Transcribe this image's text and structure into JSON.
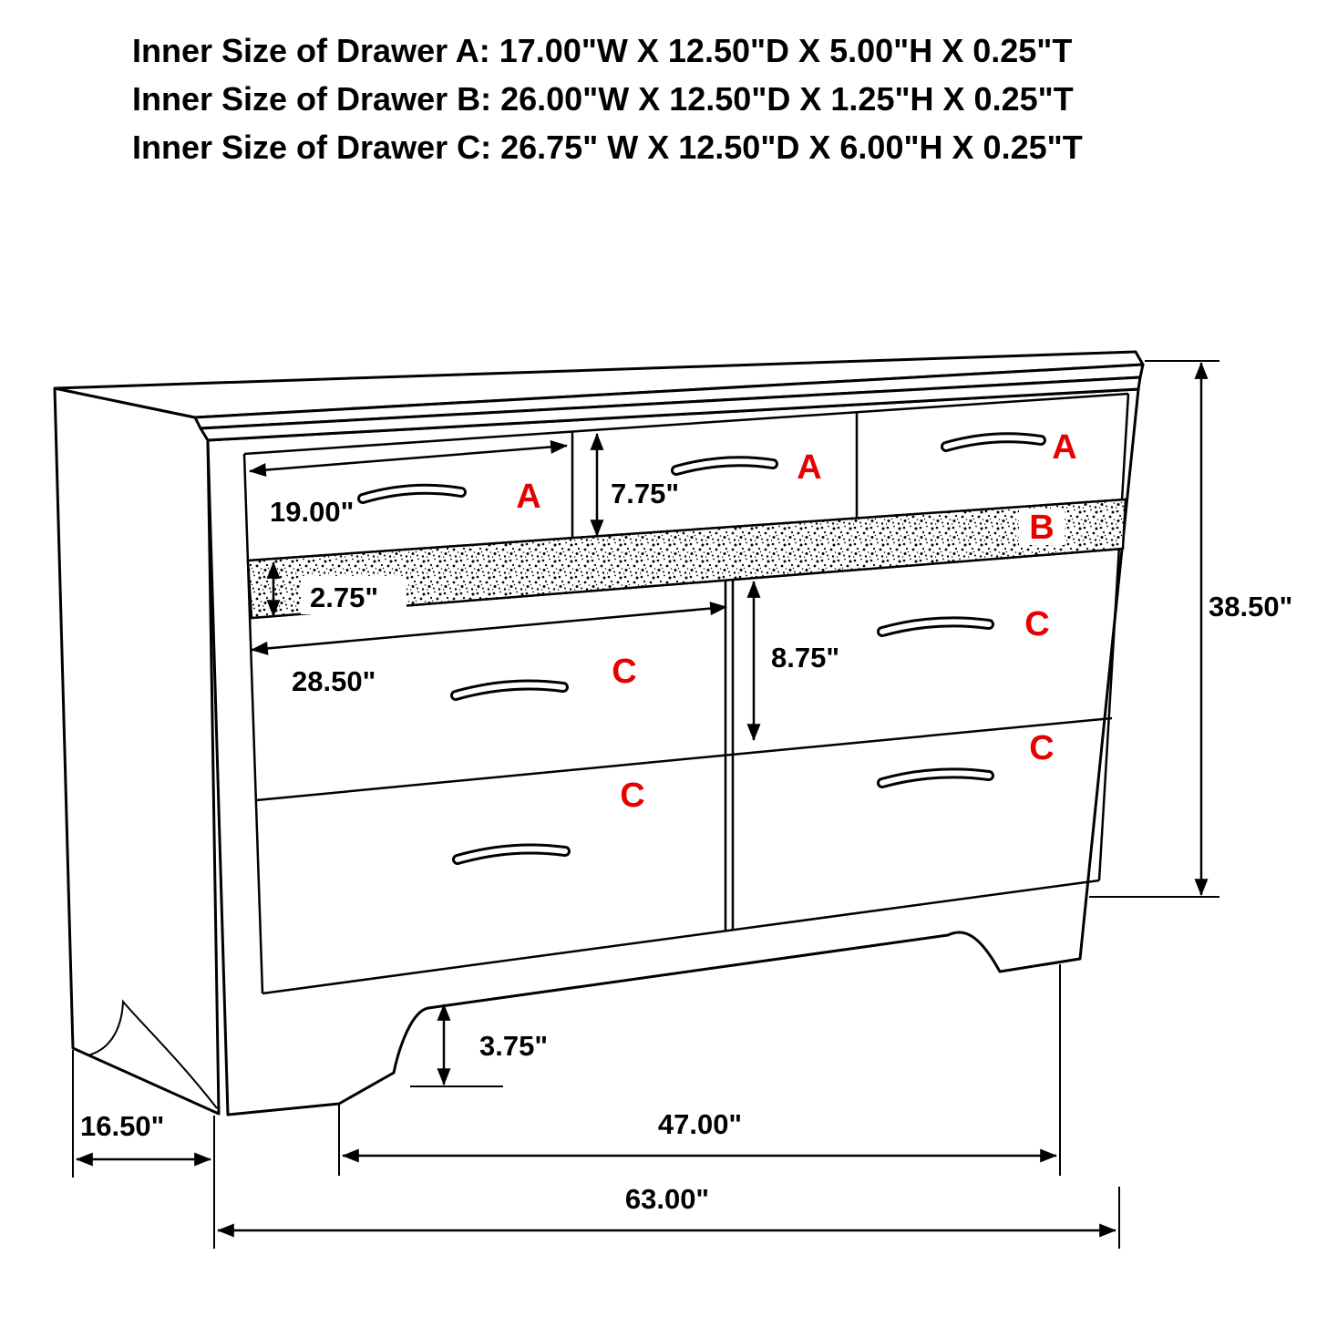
{
  "header": {
    "lines": [
      "Inner Size of Drawer A: 17.00\"W X 12.50\"D X 5.00\"H X 0.25\"T",
      "Inner Size of Drawer B: 26.00\"W X 12.50\"D X 1.25\"H X 0.25\"T",
      "Inner Size of Drawer C: 26.75\" W X 12.50\"D X 6.00\"H X 0.25\"T"
    ]
  },
  "diagram": {
    "labels": {
      "drawer_a1": "A",
      "drawer_a2": "A",
      "drawer_a3": "A",
      "band_b": "B",
      "drawer_c_top_left": "C",
      "drawer_c_top_right": "C",
      "drawer_c_bottom_left": "C",
      "drawer_c_bottom_right": "C"
    },
    "dimensions": {
      "drawer_a_width": "19.00\"",
      "drawer_a_height": "7.75\"",
      "band_b_height": "2.75\"",
      "drawer_c_width": "28.50\"",
      "drawer_c_height": "8.75\"",
      "overall_height": "38.50\"",
      "base_height": "3.75\"",
      "side_depth": "16.50\"",
      "feet_span": "47.00\"",
      "overall_width": "63.00\""
    },
    "colors": {
      "label_red": "#e60000",
      "line_black": "#000000"
    }
  }
}
